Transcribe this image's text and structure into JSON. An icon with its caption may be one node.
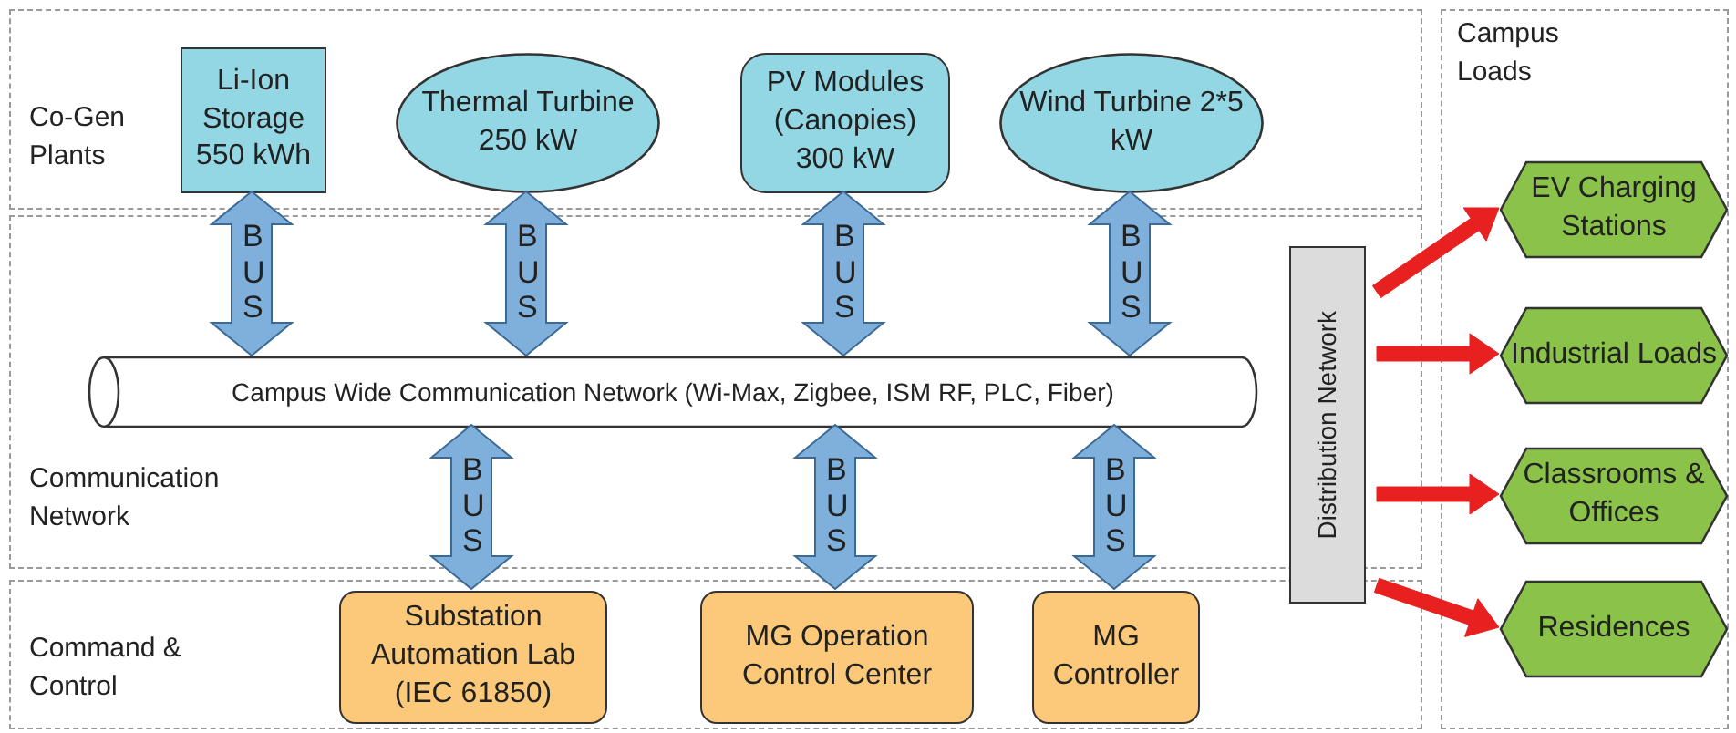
{
  "diagram": {
    "nodes": [
      {
        "text": [
          "Co-Gen Plants"
        ]
      },
      {
        "text": [
          "Li-Ion Storage 550 kWh"
        ],
        "in": 0
      },
      {
        "text": [
          "Thermal Turbine 250 kW"
        ],
        "in": 0
      },
      {
        "text": [
          "PV Modules (Canopies) 300 kW"
        ],
        "in": 0
      },
      {
        "text": [
          "Wind Turbine 2*5 kW"
        ],
        "in": 0
      },
      {
        "text": [
          "Communication Network"
        ]
      },
      {
        "text": [
          "Campus Wide Communication Network (Wi-Max, Zigbee, ISM RF, PLC, Fiber)"
        ],
        "in": 5
      },
      {
        "text": [
          "Command & Control"
        ]
      },
      {
        "text": [
          "Substation Automation Lab (IEC 61850)"
        ],
        "in": 7
      },
      {
        "text": [
          "MG Operation Control Center"
        ],
        "in": 7
      },
      {
        "text": [
          "MG Controller"
        ],
        "in": 7
      },
      {
        "text": [
          "Campus Loads"
        ]
      },
      {
        "text": [
          "Distribution Network"
        ]
      },
      {
        "text": [
          "EV Charging Stations"
        ],
        "in": 11
      },
      {
        "text": [
          "Industrial Loads"
        ],
        "in": 11
      },
      {
        "text": [
          "Classrooms & Offices"
        ],
        "in": 11
      },
      {
        "text": [
          "Residences"
        ],
        "in": 11
      }
    ],
    "edges": [
      {
        "from": 1,
        "to": 6,
        "arrow": "both",
        "label": "BUS"
      },
      {
        "from": 2,
        "to": 6,
        "arrow": "both",
        "label": "BUS"
      },
      {
        "from": 3,
        "to": 6,
        "arrow": "both",
        "label": "BUS"
      },
      {
        "from": 4,
        "to": 6,
        "arrow": "both",
        "label": "BUS"
      },
      {
        "from": 6,
        "to": 8,
        "arrow": "both",
        "label": "BUS"
      },
      {
        "from": 6,
        "to": 9,
        "arrow": "both",
        "label": "BUS"
      },
      {
        "from": 6,
        "to": 10,
        "arrow": "both",
        "label": "BUS"
      },
      {
        "from": 12,
        "to": 13,
        "arrow": "to",
        "style": "thick",
        "color": "#e82020"
      },
      {
        "from": 12,
        "to": 14,
        "arrow": "to",
        "style": "thick",
        "color": "#e82020"
      },
      {
        "from": 12,
        "to": 15,
        "arrow": "to",
        "style": "thick",
        "color": "#e82020"
      },
      {
        "from": 12,
        "to": 16,
        "arrow": "to",
        "style": "thick",
        "color": "#e82020"
      }
    ]
  }
}
